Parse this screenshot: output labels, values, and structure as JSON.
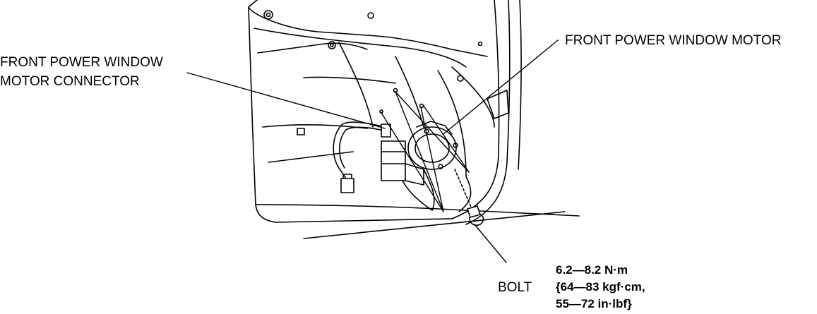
{
  "labels": {
    "connector_line1": "FRONT POWER WINDOW",
    "connector_line2": "MOTOR CONNECTOR",
    "motor": "FRONT POWER WINDOW MOTOR",
    "bolt": "BOLT"
  },
  "torque_spec": {
    "line1": "6.2—8.2 N·m",
    "line2": "{64—83 kgf·cm,",
    "line3": "55—72 in·lbf}"
  },
  "colors": {
    "ink": "#000000",
    "background": "#ffffff"
  }
}
